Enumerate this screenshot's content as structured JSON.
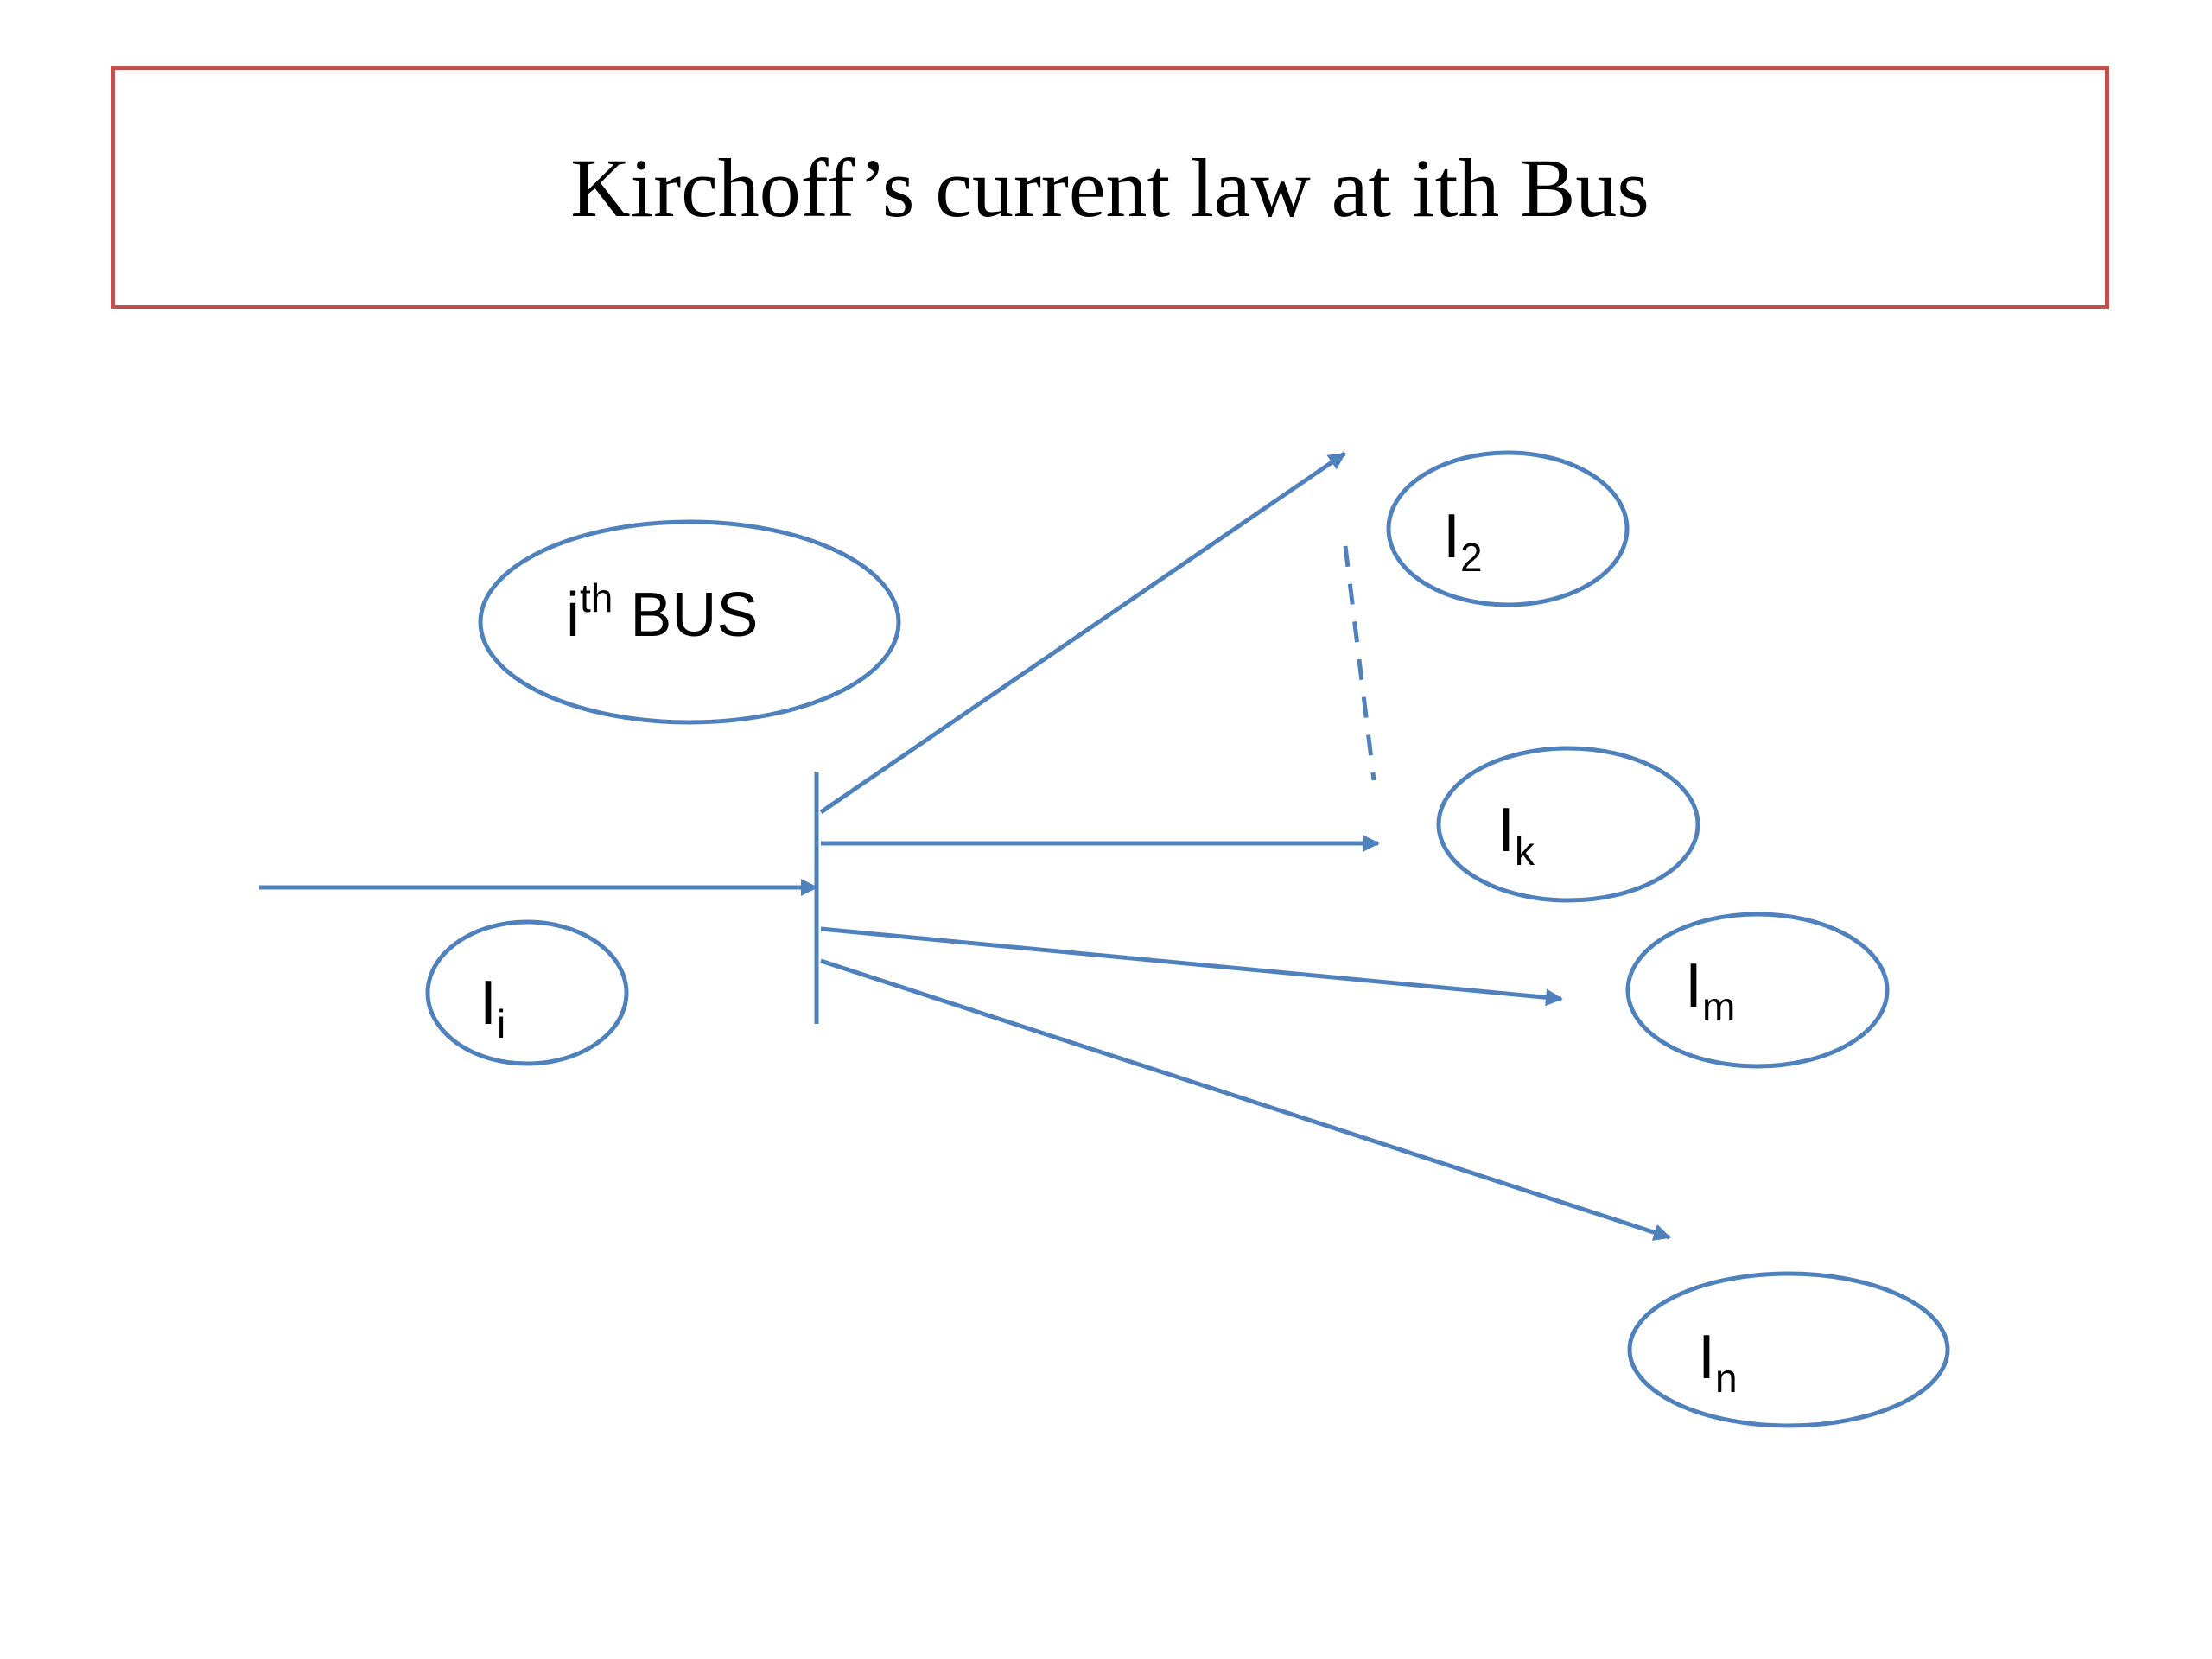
{
  "title": "Kirchoff’s current law at ith Bus",
  "colors": {
    "title_border": "#c0504d",
    "diagram_stroke": "#4f81bd",
    "text": "#000000"
  },
  "labels": {
    "bus": {
      "base": "i",
      "sup": "th",
      "rest": " BUS"
    },
    "current_i": {
      "base": "I",
      "sub": "i"
    },
    "current_2": {
      "base": "I",
      "sub": "2"
    },
    "current_k": {
      "base": "I",
      "sub": "k"
    },
    "current_m": {
      "base": "I",
      "sub": "m"
    },
    "current_n": {
      "base": "I",
      "sub": "n"
    }
  }
}
